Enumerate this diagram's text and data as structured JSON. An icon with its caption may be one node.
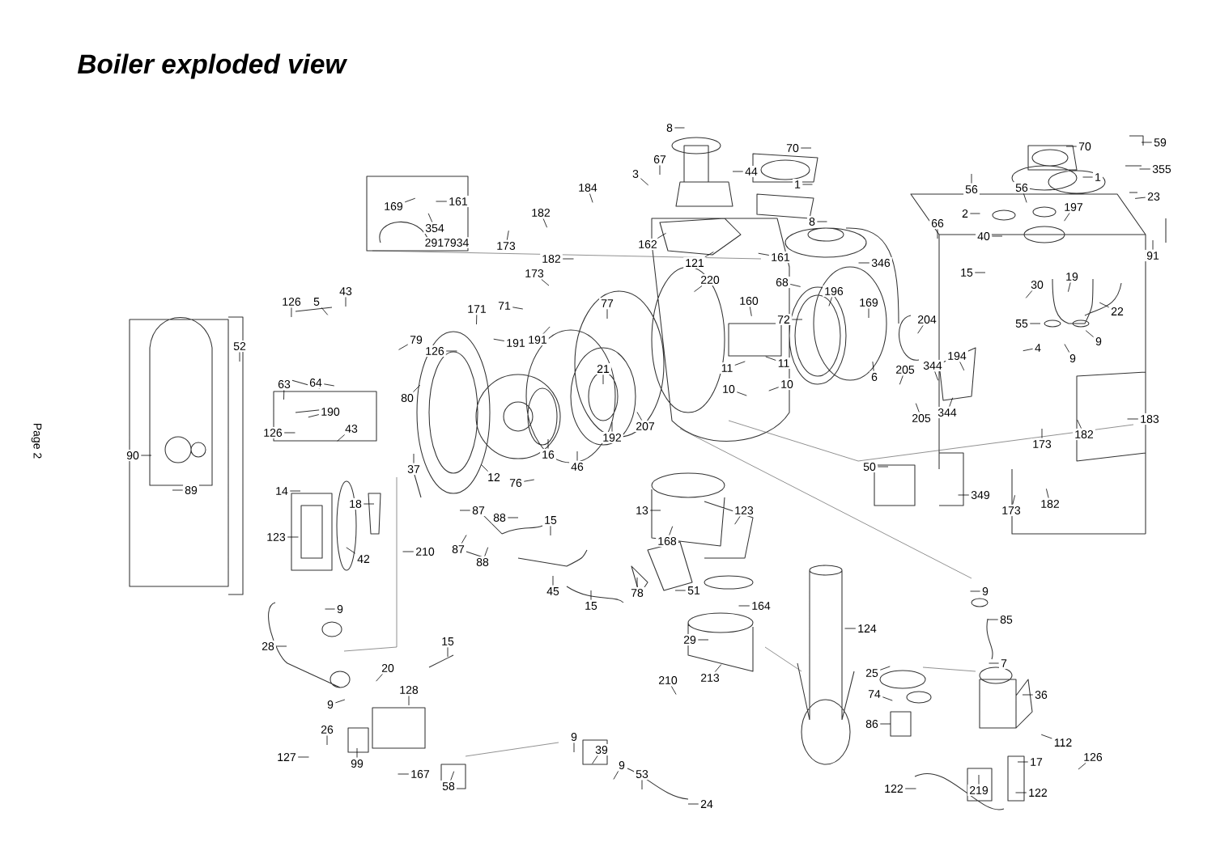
{
  "diagram": {
    "title": "Boiler exploded view",
    "nodes": [
      {
        "text": [
          "8"
        ]
      },
      {
        "text": [
          "67"
        ]
      },
      {
        "text": [
          "44"
        ]
      },
      {
        "text": [
          "3"
        ]
      },
      {
        "text": [
          "162"
        ]
      },
      {
        "text": [
          "184"
        ]
      },
      {
        "text": [
          "182"
        ]
      },
      {
        "text": [
          "173"
        ]
      },
      {
        "text": [
          "161"
        ]
      },
      {
        "text": [
          "169"
        ]
      },
      {
        "text": [
          "354"
        ]
      },
      {
        "text": [
          "70"
        ]
      },
      {
        "text": [
          "1"
        ]
      },
      {
        "text": [
          "70"
        ]
      },
      {
        "text": [
          "1"
        ]
      },
      {
        "text": [
          "59"
        ]
      },
      {
        "text": [
          "355"
        ]
      },
      {
        "text": [
          "23"
        ]
      },
      {
        "text": [
          "56"
        ]
      },
      {
        "text": [
          "2"
        ]
      },
      {
        "text": [
          "56"
        ]
      },
      {
        "text": [
          "40"
        ]
      },
      {
        "text": [
          "197"
        ]
      },
      {
        "text": [
          "8"
        ]
      },
      {
        "text": [
          "66"
        ]
      },
      {
        "text": [
          "91"
        ]
      },
      {
        "text": [
          "161"
        ]
      },
      {
        "text": [
          "346"
        ]
      },
      {
        "text": [
          "68"
        ]
      },
      {
        "text": [
          "121"
        ]
      },
      {
        "text": [
          "182"
        ]
      },
      {
        "text": [
          "173"
        ]
      },
      {
        "text": [
          "15"
        ]
      },
      {
        "text": [
          "30"
        ]
      },
      {
        "text": [
          "19"
        ]
      },
      {
        "text": [
          "220"
        ]
      },
      {
        "text": [
          "196"
        ]
      },
      {
        "text": [
          "160"
        ]
      },
      {
        "text": [
          "126"
        ]
      },
      {
        "text": [
          "5"
        ]
      },
      {
        "text": [
          "43"
        ]
      },
      {
        "text": [
          "171"
        ]
      },
      {
        "text": [
          "71"
        ]
      },
      {
        "text": [
          "77"
        ]
      },
      {
        "text": [
          "169"
        ]
      },
      {
        "text": [
          "72"
        ]
      },
      {
        "text": [
          "22"
        ]
      },
      {
        "text": [
          "204"
        ]
      },
      {
        "text": [
          "55"
        ]
      },
      {
        "text": [
          "191"
        ]
      },
      {
        "text": [
          "191"
        ]
      },
      {
        "text": [
          "79"
        ]
      },
      {
        "text": [
          "126"
        ]
      },
      {
        "text": [
          "4"
        ]
      },
      {
        "text": [
          "9"
        ]
      },
      {
        "text": [
          "9"
        ]
      },
      {
        "text": [
          "52"
        ]
      },
      {
        "text": [
          "194"
        ]
      },
      {
        "text": [
          "344"
        ]
      },
      {
        "text": [
          "11"
        ]
      },
      {
        "text": [
          "11"
        ]
      },
      {
        "text": [
          "205"
        ]
      },
      {
        "text": [
          "21"
        ]
      },
      {
        "text": [
          "6"
        ]
      },
      {
        "text": [
          "10"
        ]
      },
      {
        "text": [
          "10"
        ]
      },
      {
        "text": [
          "64"
        ]
      },
      {
        "text": [
          "63"
        ]
      },
      {
        "text": [
          "80"
        ]
      },
      {
        "text": [
          "190"
        ]
      },
      {
        "text": [
          "344"
        ]
      },
      {
        "text": [
          "205"
        ]
      },
      {
        "text": [
          "183"
        ]
      },
      {
        "text": [
          "207"
        ]
      },
      {
        "text": [
          "126"
        ]
      },
      {
        "text": [
          "43"
        ]
      },
      {
        "text": [
          "182"
        ]
      },
      {
        "text": [
          "192"
        ]
      },
      {
        "text": [
          "173"
        ]
      },
      {
        "text": [
          "16"
        ]
      },
      {
        "text": [
          "90"
        ]
      },
      {
        "text": [
          "46"
        ]
      },
      {
        "text": [
          "50"
        ]
      },
      {
        "text": [
          "37"
        ]
      },
      {
        "text": [
          "12"
        ]
      },
      {
        "text": [
          "76"
        ]
      },
      {
        "text": [
          "89"
        ]
      },
      {
        "text": [
          "14"
        ]
      },
      {
        "text": [
          "349"
        ]
      },
      {
        "text": [
          "18"
        ]
      },
      {
        "text": [
          "182"
        ]
      },
      {
        "text": [
          "173"
        ]
      },
      {
        "text": [
          "13"
        ]
      },
      {
        "text": [
          "123"
        ]
      },
      {
        "text": [
          "87"
        ]
      },
      {
        "text": [
          "88"
        ]
      },
      {
        "text": [
          "15"
        ]
      },
      {
        "text": [
          "123"
        ]
      },
      {
        "text": [
          "168"
        ]
      },
      {
        "text": [
          "210"
        ]
      },
      {
        "text": [
          "87"
        ]
      },
      {
        "text": [
          "42"
        ]
      },
      {
        "text": [
          "88"
        ]
      },
      {
        "text": [
          "45"
        ]
      },
      {
        "text": [
          "78"
        ]
      },
      {
        "text": [
          "51"
        ]
      },
      {
        "text": [
          "15"
        ]
      },
      {
        "text": [
          "164"
        ]
      },
      {
        "text": [
          "9"
        ]
      },
      {
        "text": [
          "9"
        ]
      },
      {
        "text": [
          "85"
        ]
      },
      {
        "text": [
          "124"
        ]
      },
      {
        "text": [
          "29"
        ]
      },
      {
        "text": [
          "28"
        ]
      },
      {
        "text": [
          "15"
        ]
      },
      {
        "text": [
          "7"
        ]
      },
      {
        "text": [
          "20"
        ]
      },
      {
        "text": [
          "25"
        ]
      },
      {
        "text": [
          "210"
        ]
      },
      {
        "text": [
          "213"
        ]
      },
      {
        "text": [
          "128"
        ]
      },
      {
        "text": [
          "74"
        ]
      },
      {
        "text": [
          "36"
        ]
      },
      {
        "text": [
          "9"
        ]
      },
      {
        "text": [
          "86"
        ]
      },
      {
        "text": [
          "26"
        ]
      },
      {
        "text": [
          "9"
        ]
      },
      {
        "text": [
          "112"
        ]
      },
      {
        "text": [
          "39"
        ]
      },
      {
        "text": [
          "126"
        ]
      },
      {
        "text": [
          "127"
        ]
      },
      {
        "text": [
          "17"
        ]
      },
      {
        "text": [
          "99"
        ]
      },
      {
        "text": [
          "9"
        ]
      },
      {
        "text": [
          "167"
        ]
      },
      {
        "text": [
          "53"
        ]
      },
      {
        "text": [
          "58"
        ]
      },
      {
        "text": [
          "122"
        ]
      },
      {
        "text": [
          "219"
        ]
      },
      {
        "text": [
          "122"
        ]
      },
      {
        "text": [
          "24"
        ]
      }
    ],
    "edges": [
      {
        "from": 0,
        "to": null,
        "arrow": "none"
      },
      {
        "from": 1,
        "to": null,
        "arrow": "none"
      },
      {
        "from": 2,
        "to": null,
        "arrow": "none"
      },
      {
        "from": 3,
        "to": null,
        "arrow": "none"
      },
      {
        "from": 4,
        "to": null,
        "arrow": "none"
      },
      {
        "from": 5,
        "to": null,
        "arrow": "none"
      },
      {
        "from": 6,
        "to": null,
        "arrow": "none"
      },
      {
        "from": 7,
        "to": null,
        "arrow": "none"
      },
      {
        "from": 8,
        "to": null,
        "arrow": "none"
      },
      {
        "from": 9,
        "to": null,
        "arrow": "none"
      },
      {
        "from": 10,
        "to": null,
        "arrow": "none"
      },
      {
        "from": 11,
        "to": null,
        "arrow": "none"
      },
      {
        "from": 12,
        "to": null,
        "arrow": "none"
      },
      {
        "from": 13,
        "to": null,
        "arrow": "none"
      },
      {
        "from": 14,
        "to": null,
        "arrow": "none"
      },
      {
        "from": 15,
        "to": null,
        "arrow": "none"
      },
      {
        "from": 16,
        "to": null,
        "arrow": "none"
      },
      {
        "from": 17,
        "to": null,
        "arrow": "none"
      },
      {
        "from": 18,
        "to": null,
        "arrow": "none"
      },
      {
        "from": 19,
        "to": null,
        "arrow": "none"
      },
      {
        "from": 20,
        "to": null,
        "arrow": "none"
      },
      {
        "from": 21,
        "to": null,
        "arrow": "none"
      },
      {
        "from": 22,
        "to": null,
        "arrow": "none"
      },
      {
        "from": 23,
        "to": null,
        "arrow": "none"
      },
      {
        "from": 24,
        "to": null,
        "arrow": "none"
      },
      {
        "from": 25,
        "to": null,
        "arrow": "none"
      },
      {
        "from": 26,
        "to": null,
        "arrow": "none"
      },
      {
        "from": 27,
        "to": null,
        "arrow": "none"
      },
      {
        "from": 28,
        "to": null,
        "arrow": "none"
      },
      {
        "from": 29,
        "to": null,
        "arrow": "none"
      },
      {
        "from": 30,
        "to": null,
        "arrow": "none"
      },
      {
        "from": 31,
        "to": null,
        "arrow": "none"
      },
      {
        "from": 32,
        "to": null,
        "arrow": "none"
      },
      {
        "from": 33,
        "to": null,
        "arrow": "none"
      },
      {
        "from": 34,
        "to": null,
        "arrow": "none"
      },
      {
        "from": 35,
        "to": null,
        "arrow": "none"
      },
      {
        "from": 36,
        "to": null,
        "arrow": "none"
      },
      {
        "from": 37,
        "to": null,
        "arrow": "none"
      },
      {
        "from": 38,
        "to": null,
        "arrow": "none"
      },
      {
        "from": 39,
        "to": null,
        "arrow": "none"
      },
      {
        "from": 40,
        "to": null,
        "arrow": "none"
      },
      {
        "from": 41,
        "to": null,
        "arrow": "none"
      },
      {
        "from": 42,
        "to": null,
        "arrow": "none"
      },
      {
        "from": 43,
        "to": null,
        "arrow": "none"
      },
      {
        "from": 44,
        "to": null,
        "arrow": "none"
      },
      {
        "from": 45,
        "to": null,
        "arrow": "none"
      },
      {
        "from": 46,
        "to": null,
        "arrow": "none"
      },
      {
        "from": 47,
        "to": null,
        "arrow": "none"
      },
      {
        "from": 48,
        "to": null,
        "arrow": "none"
      },
      {
        "from": 49,
        "to": null,
        "arrow": "none"
      },
      {
        "from": 50,
        "to": null,
        "arrow": "none"
      },
      {
        "from": 51,
        "to": null,
        "arrow": "none"
      },
      {
        "from": 52,
        "to": null,
        "arrow": "none"
      },
      {
        "from": 53,
        "to": null,
        "arrow": "none"
      },
      {
        "from": 54,
        "to": null,
        "arrow": "none"
      },
      {
        "from": 55,
        "to": null,
        "arrow": "none"
      },
      {
        "from": 56,
        "to": null,
        "arrow": "none"
      },
      {
        "from": 57,
        "to": null,
        "arrow": "none"
      },
      {
        "from": 58,
        "to": null,
        "arrow": "none"
      },
      {
        "from": 59,
        "to": null,
        "arrow": "none"
      },
      {
        "from": 60,
        "to": null,
        "arrow": "none"
      },
      {
        "from": 61,
        "to": null,
        "arrow": "none"
      },
      {
        "from": 62,
        "to": null,
        "arrow": "none"
      },
      {
        "from": 63,
        "to": null,
        "arrow": "none"
      },
      {
        "from": 64,
        "to": null,
        "arrow": "none"
      },
      {
        "from": 65,
        "to": null,
        "arrow": "none"
      },
      {
        "from": 66,
        "to": null,
        "arrow": "none"
      },
      {
        "from": 67,
        "to": null,
        "arrow": "none"
      },
      {
        "from": 68,
        "to": null,
        "arrow": "none"
      },
      {
        "from": 69,
        "to": null,
        "arrow": "none"
      },
      {
        "from": 70,
        "to": null,
        "arrow": "none"
      },
      {
        "from": 71,
        "to": null,
        "arrow": "none"
      },
      {
        "from": 72,
        "to": null,
        "arrow": "none"
      },
      {
        "from": 73,
        "to": null,
        "arrow": "none"
      },
      {
        "from": 74,
        "to": null,
        "arrow": "none"
      },
      {
        "from": 75,
        "to": null,
        "arrow": "none"
      },
      {
        "from": 76,
        "to": null,
        "arrow": "none"
      },
      {
        "from": 77,
        "to": null,
        "arrow": "none"
      },
      {
        "from": 78,
        "to": null,
        "arrow": "none"
      },
      {
        "from": 79,
        "to": null,
        "arrow": "none"
      },
      {
        "from": 80,
        "to": null,
        "arrow": "none"
      },
      {
        "from": 81,
        "to": null,
        "arrow": "none"
      },
      {
        "from": 82,
        "to": null,
        "arrow": "none"
      },
      {
        "from": 83,
        "to": null,
        "arrow": "none"
      },
      {
        "from": 84,
        "to": null,
        "arrow": "none"
      },
      {
        "from": 85,
        "to": null,
        "arrow": "none"
      },
      {
        "from": 86,
        "to": null,
        "arrow": "none"
      },
      {
        "from": 87,
        "to": null,
        "arrow": "none"
      },
      {
        "from": 88,
        "to": null,
        "arrow": "none"
      },
      {
        "from": 89,
        "to": null,
        "arrow": "none"
      },
      {
        "from": 90,
        "to": null,
        "arrow": "none"
      },
      {
        "from": 91,
        "to": null,
        "arrow": "none"
      },
      {
        "from": 92,
        "to": null,
        "arrow": "none"
      },
      {
        "from": 93,
        "to": null,
        "arrow": "none"
      },
      {
        "from": 94,
        "to": null,
        "arrow": "none"
      },
      {
        "from": 95,
        "to": null,
        "arrow": "none"
      },
      {
        "from": 96,
        "to": null,
        "arrow": "none"
      },
      {
        "from": 97,
        "to": null,
        "arrow": "none"
      },
      {
        "from": 98,
        "to": null,
        "arrow": "none"
      },
      {
        "from": 99,
        "to": null,
        "arrow": "none"
      },
      {
        "from": 100,
        "to": null,
        "arrow": "none"
      },
      {
        "from": 101,
        "to": null,
        "arrow": "none"
      },
      {
        "from": 102,
        "to": null,
        "arrow": "none"
      },
      {
        "from": 103,
        "to": null,
        "arrow": "none"
      },
      {
        "from": 104,
        "to": null,
        "arrow": "none"
      },
      {
        "from": 105,
        "to": null,
        "arrow": "none"
      },
      {
        "from": 106,
        "to": null,
        "arrow": "none"
      },
      {
        "from": 107,
        "to": null,
        "arrow": "none"
      },
      {
        "from": 108,
        "to": null,
        "arrow": "none"
      },
      {
        "from": 109,
        "to": null,
        "arrow": "none"
      },
      {
        "from": 110,
        "to": null,
        "arrow": "none"
      },
      {
        "from": 111,
        "to": null,
        "arrow": "none"
      },
      {
        "from": 112,
        "to": null,
        "arrow": "none"
      },
      {
        "from": 113,
        "to": null,
        "arrow": "none"
      },
      {
        "from": 114,
        "to": null,
        "arrow": "none"
      },
      {
        "from": 115,
        "to": null,
        "arrow": "none"
      },
      {
        "from": 116,
        "to": null,
        "arrow": "none"
      },
      {
        "from": 117,
        "to": null,
        "arrow": "none"
      },
      {
        "from": 118,
        "to": null,
        "arrow": "none"
      },
      {
        "from": 119,
        "to": null,
        "arrow": "none"
      },
      {
        "from": 120,
        "to": null,
        "arrow": "none"
      },
      {
        "from": 121,
        "to": null,
        "arrow": "none"
      },
      {
        "from": 122,
        "to": null,
        "arrow": "none"
      },
      {
        "from": 123,
        "to": null,
        "arrow": "none"
      },
      {
        "from": 124,
        "to": null,
        "arrow": "none"
      },
      {
        "from": 125,
        "to": null,
        "arrow": "none"
      },
      {
        "from": 126,
        "to": null,
        "arrow": "none"
      },
      {
        "from": 127,
        "to": null,
        "arrow": "none"
      },
      {
        "from": 128,
        "to": null,
        "arrow": "none"
      },
      {
        "from": 129,
        "to": null,
        "arrow": "none"
      },
      {
        "from": 130,
        "to": null,
        "arrow": "none"
      },
      {
        "from": 131,
        "to": null,
        "arrow": "none"
      },
      {
        "from": 132,
        "to": null,
        "arrow": "none"
      },
      {
        "from": 133,
        "to": null,
        "arrow": "none"
      },
      {
        "from": 134,
        "to": null,
        "arrow": "none"
      },
      {
        "from": 135,
        "to": null,
        "arrow": "none"
      },
      {
        "from": 136,
        "to": null,
        "arrow": "none"
      },
      {
        "from": 137,
        "to": null,
        "arrow": "none"
      },
      {
        "from": 138,
        "to": null,
        "arrow": "none"
      },
      {
        "from": 139,
        "to": null,
        "arrow": "none"
      },
      {
        "from": 140,
        "to": null,
        "arrow": "none"
      }
    ],
    "labels": [
      "2917934",
      "Page 2"
    ]
  }
}
